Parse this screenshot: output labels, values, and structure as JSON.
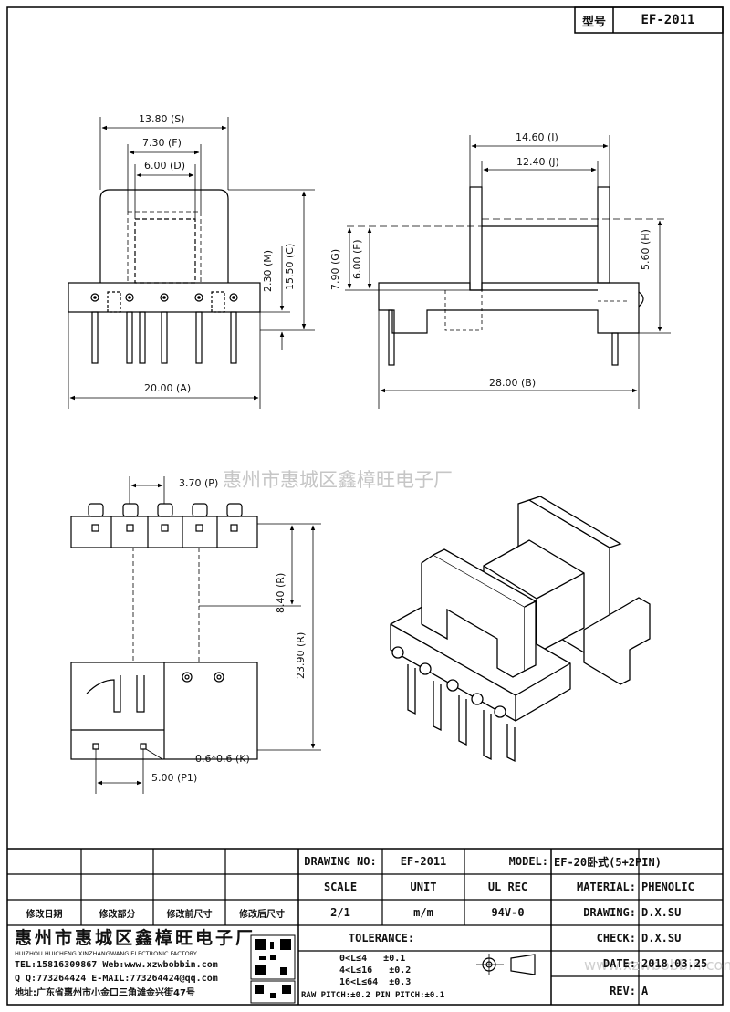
{
  "header": {
    "type_label": "型号",
    "part_no": "EF-2011"
  },
  "watermark": "惠州市惠城区鑫樟旺电子厂",
  "watermark_url": "www.xzwbobbin.com",
  "dims": {
    "S": "13.80",
    "F": "7.30",
    "D": "6.00",
    "M": "2.30",
    "C": "15.50",
    "A": "20.00",
    "I": "14.60",
    "J": "12.40",
    "G": "7.90",
    "E": "6.00",
    "H": "5.60",
    "B": "28.00",
    "P": "3.70",
    "R1": "8.40",
    "R2": "23.90",
    "K": "0.6*0.6",
    "P1": "5.00"
  },
  "markers": {
    "S": "S",
    "F": "F",
    "D": "D",
    "M": "M",
    "C": "C",
    "A": "A",
    "I": "I",
    "J": "J",
    "G": "G",
    "E": "E",
    "H": "H",
    "B": "B",
    "P": "P",
    "R1": "R",
    "R2": "R",
    "K": "K",
    "P1": "P1"
  },
  "revision_headers": [
    "修改日期",
    "修改部分",
    "修改前尺寸",
    "修改后尺寸"
  ],
  "title_block": {
    "drawing_no_label": "DRAWING NO:",
    "drawing_no": "EF-2011",
    "model_label": "MODEL:",
    "model": "EF-20卧式(5+2PIN)",
    "scale_label": "SCALE",
    "unit_label": "UNIT",
    "ul_label": "UL REC",
    "material_label": "MATERIAL:",
    "material": "PHENOLIC",
    "scale": "2/1",
    "unit": "m/m",
    "ul": "94V-0",
    "drawing_label": "DRAWING:",
    "drawing": "D.X.SU",
    "tolerance_label": "TOLERANCE:",
    "tol_rows": [
      {
        "range": "0<L≤4",
        "value": "±0.1"
      },
      {
        "range": "4<L≤16",
        "value": "±0.2"
      },
      {
        "range": "16<L≤64",
        "value": "±0.3"
      }
    ],
    "pitch": "RAW PITCH:±0.2 PIN PITCH:±0.1",
    "check_label": "CHECK:",
    "check": "D.X.SU",
    "date_label": "DATE:",
    "date": "2018.03.25",
    "rev_label": "REV:",
    "rev": "A"
  },
  "company": {
    "name_cn": "惠州市惠城区鑫樟旺电子厂",
    "name_en": "HUIZHOU HUICHENG XINZHANGWANG ELECTRONIC FACTORY",
    "tel": "TEL:15816309867 Web:www.xzwbobbin.com",
    "qq": "Q Q:773264424 E-MAIL:773264424@qq.com",
    "address": "地址:广东省惠州市小金口三角滩金兴街47号"
  }
}
